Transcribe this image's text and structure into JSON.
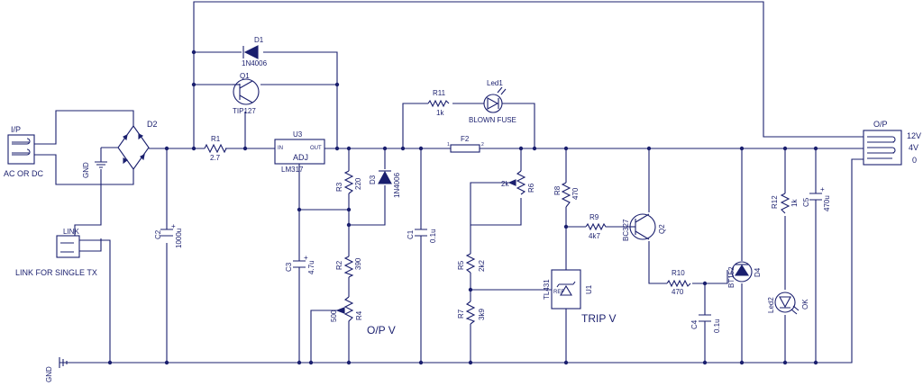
{
  "components": {
    "d1": {
      "ref": "D1",
      "value": "1N4006"
    },
    "q1": {
      "ref": "Q1",
      "value": "TIP127"
    },
    "r1": {
      "ref": "R1",
      "value": "2.7"
    },
    "u3": {
      "ref": "U3",
      "value": "LM317",
      "pin_in": "IN",
      "pin_out": "OUT",
      "pin_adj": "ADJ"
    },
    "d2": {
      "ref": "D2"
    },
    "c2": {
      "ref": "C2",
      "value": "1000u"
    },
    "r3": {
      "ref": "R3",
      "value": "220"
    },
    "d3": {
      "ref": "D3",
      "value": "1N4006"
    },
    "c3": {
      "ref": "C3",
      "value": "4.7u"
    },
    "r2": {
      "ref": "R2",
      "value": "390"
    },
    "r4": {
      "ref": "R4",
      "value": "500"
    },
    "c1": {
      "ref": "C1",
      "value": "0.1u"
    },
    "r11": {
      "ref": "R11",
      "value": "1k"
    },
    "led1": {
      "ref": "Led1",
      "value": "BLOWN FUSE"
    },
    "f2": {
      "ref": "F2",
      "pin1": "1",
      "pin2": "2"
    },
    "r6": {
      "ref": "R6",
      "value": "2k"
    },
    "r5": {
      "ref": "R5",
      "value": "2k2"
    },
    "r7": {
      "ref": "R7",
      "value": "3k9"
    },
    "u1": {
      "ref": "U1",
      "value": "TL431",
      "pin": "REF"
    },
    "r8": {
      "ref": "R8",
      "value": "470"
    },
    "r9": {
      "ref": "R9",
      "value": "4k7"
    },
    "q2": {
      "ref": "Q2",
      "value": "BC327"
    },
    "r10": {
      "ref": "R10",
      "value": "470"
    },
    "c4": {
      "ref": "C4",
      "value": "0.1u"
    },
    "d4": {
      "ref": "D4",
      "value": "BT152"
    },
    "r12": {
      "ref": "R12",
      "value": "1k"
    },
    "led2": {
      "ref": "Led2",
      "value": "OK"
    },
    "c5": {
      "ref": "C5",
      "value": "470u"
    }
  },
  "connectors": {
    "ip": {
      "label": "I/P",
      "note": "AC OR DC"
    },
    "op": {
      "label": "O/P",
      "pins": [
        "12V",
        "4V",
        "0"
      ]
    },
    "link": {
      "label": "LINK",
      "note": "LINK FOR SINGLE TX"
    }
  },
  "nets": {
    "gnd_left": "GND",
    "gnd_bridge": "GND"
  },
  "annotations": {
    "op_v": "O/P V",
    "trip_v": "TRIP V"
  },
  "polarity": {
    "plus": "+"
  }
}
